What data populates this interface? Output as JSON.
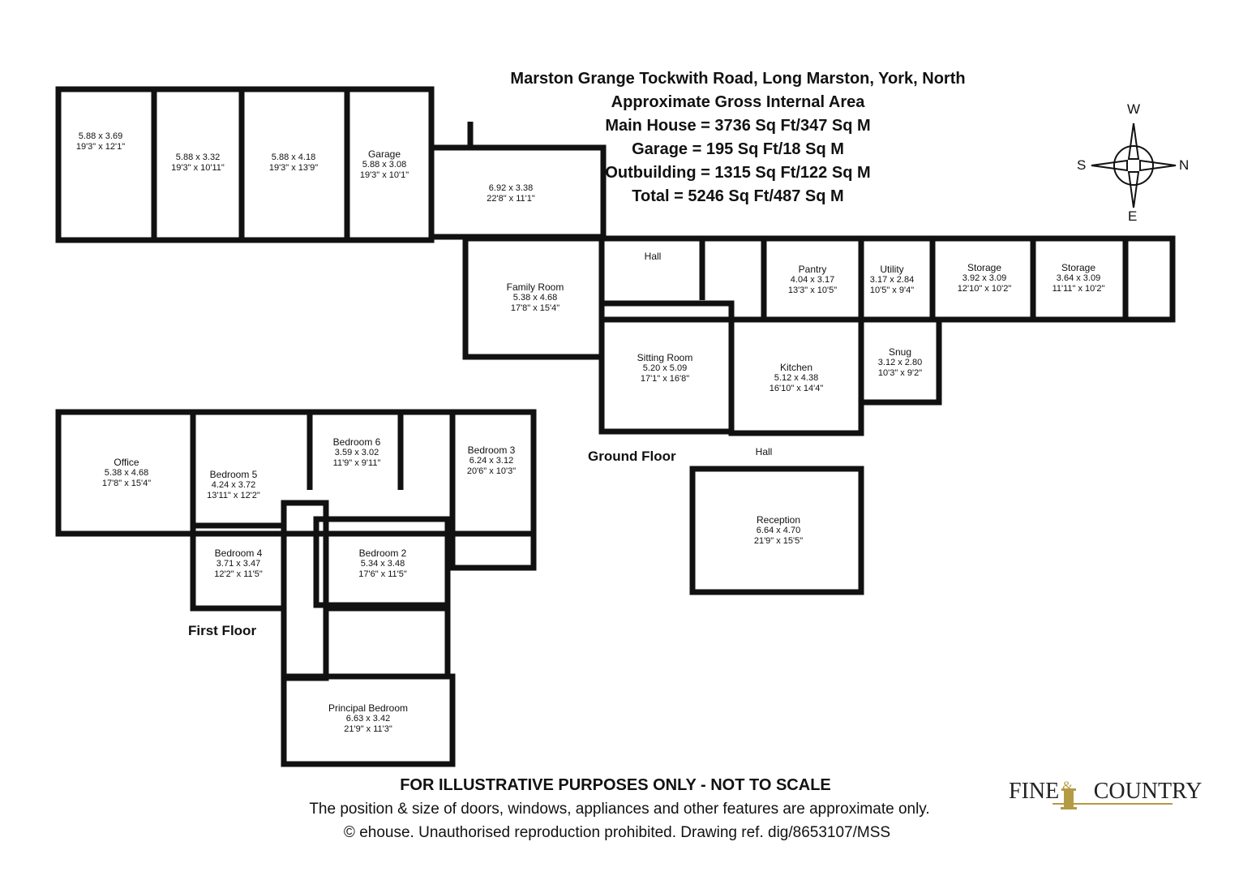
{
  "header": {
    "title": "Marston Grange Tockwith Road, Long Marston, York, North",
    "line2": "Approximate Gross Internal Area",
    "line3": "Main House = 3736 Sq Ft/347 Sq M",
    "line4": "Garage = 195 Sq Ft/18 Sq M",
    "line5": "Outbuilding = 1315 Sq Ft/122 Sq M",
    "line6": "Total = 5246 Sq Ft/487 Sq M"
  },
  "compass": {
    "top": "W",
    "left": "S",
    "right": "N",
    "bottom": "E"
  },
  "floors": {
    "ground": "Ground Floor",
    "first": "First Floor"
  },
  "rooms": [
    {
      "id": "out1",
      "name": "",
      "metric": "5.88 x 3.69",
      "imperial": "19'3\" x 12'1\""
    },
    {
      "id": "out2",
      "name": "",
      "metric": "5.88 x 3.32",
      "imperial": "19'3\" x 10'11\""
    },
    {
      "id": "out3",
      "name": "",
      "metric": "5.88 x 4.18",
      "imperial": "19'3\" x 13'9\""
    },
    {
      "id": "garage",
      "name": "Garage",
      "metric": "5.88 x 3.08",
      "imperial": "19'3\" x 10'1\""
    },
    {
      "id": "out4",
      "name": "",
      "metric": "6.92 x 3.38",
      "imperial": "22'8\" x 11'1\""
    },
    {
      "id": "family",
      "name": "Family Room",
      "metric": "5.38 x 4.68",
      "imperial": "17'8\" x 15'4\""
    },
    {
      "id": "hall1",
      "name": "Hall",
      "metric": "",
      "imperial": ""
    },
    {
      "id": "pantry",
      "name": "Pantry",
      "metric": "4.04 x 3.17",
      "imperial": "13'3\" x 10'5\""
    },
    {
      "id": "utility",
      "name": "Utility",
      "metric": "3.17 x 2.84",
      "imperial": "10'5\" x 9'4\""
    },
    {
      "id": "storage1",
      "name": "Storage",
      "metric": "3.92 x 3.09",
      "imperial": "12'10\" x 10'2\""
    },
    {
      "id": "storage2",
      "name": "Storage",
      "metric": "3.64 x 3.09",
      "imperial": "11'11\" x 10'2\""
    },
    {
      "id": "sitting",
      "name": "Sitting Room",
      "metric": "5.20 x 5.09",
      "imperial": "17'1\" x 16'8\""
    },
    {
      "id": "kitchen",
      "name": "Kitchen",
      "metric": "5.12 x 4.38",
      "imperial": "16'10\" x 14'4\""
    },
    {
      "id": "snug",
      "name": "Snug",
      "metric": "3.12 x 2.80",
      "imperial": "10'3\" x 9'2\""
    },
    {
      "id": "hall2",
      "name": "Hall",
      "metric": "",
      "imperial": ""
    },
    {
      "id": "reception",
      "name": "Reception",
      "metric": "6.64 x 4.70",
      "imperial": "21'9\" x 15'5\""
    },
    {
      "id": "office",
      "name": "Office",
      "metric": "5.38 x 4.68",
      "imperial": "17'8\" x 15'4\""
    },
    {
      "id": "bed5",
      "name": "Bedroom 5",
      "metric": "4.24 x 3.72",
      "imperial": "13'11\" x 12'2\""
    },
    {
      "id": "bed6",
      "name": "Bedroom 6",
      "metric": "3.59 x 3.02",
      "imperial": "11'9\" x 9'11\""
    },
    {
      "id": "bed3",
      "name": "Bedroom 3",
      "metric": "6.24 x 3.12",
      "imperial": "20'6\" x 10'3\""
    },
    {
      "id": "bed4",
      "name": "Bedroom 4",
      "metric": "3.71 x 3.47",
      "imperial": "12'2\" x 11'5\""
    },
    {
      "id": "bed2",
      "name": "Bedroom 2",
      "metric": "5.34 x 3.48",
      "imperial": "17'6\" x 11'5\""
    },
    {
      "id": "principal",
      "name": "Principal Bedroom",
      "metric": "6.63 x 3.42",
      "imperial": "21'9\" x 11'3\""
    }
  ],
  "footer": {
    "disclaimer": "FOR ILLUSTRATIVE PURPOSES ONLY - NOT TO SCALE",
    "note": "The position & size of doors, windows, appliances and other features are approximate only.",
    "copyright": "© ehouse. Unauthorised reproduction prohibited. Drawing ref. dig/8653107/MSS"
  },
  "brand": {
    "fine": "Fine",
    "amp": "&",
    "country": "Country"
  },
  "colors": {
    "wall": "#111111",
    "accent": "#b49a45"
  }
}
